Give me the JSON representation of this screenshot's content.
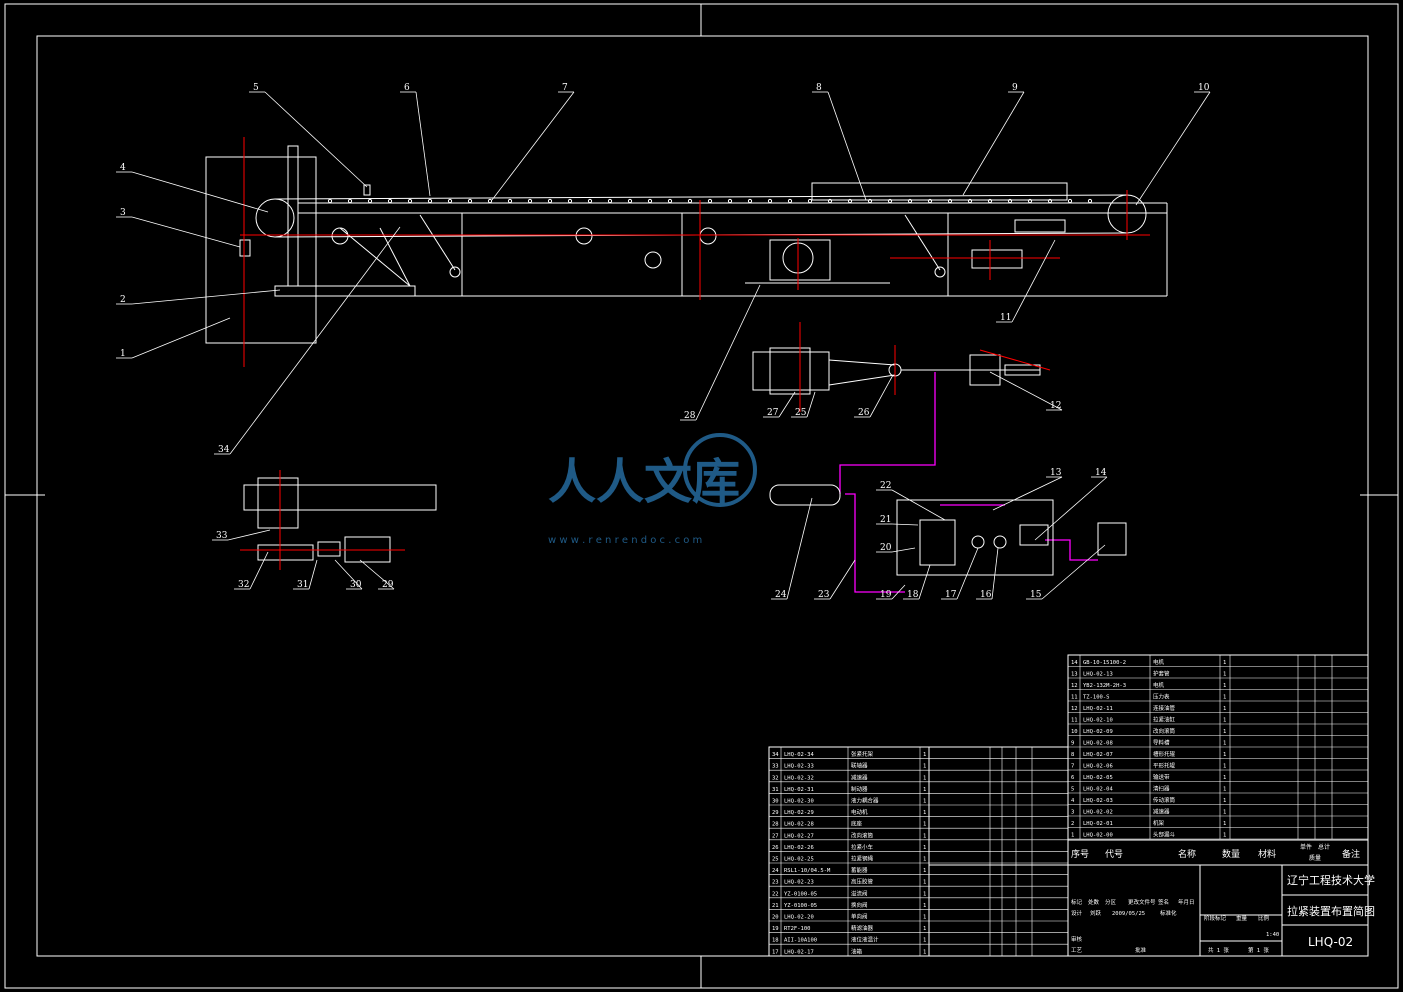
{
  "drawing": {
    "school": "辽宁工程技术大学",
    "title": "拉紧装置布置简图",
    "code": "LHQ-02",
    "scale": "1:40"
  },
  "watermark": {
    "text": "人人文库",
    "url": "w w w . r e n r e n d o c . c o m"
  },
  "callouts": [
    "1",
    "2",
    "3",
    "4",
    "5",
    "6",
    "7",
    "8",
    "9",
    "10",
    "11",
    "12",
    "13",
    "14",
    "15",
    "16",
    "17",
    "18",
    "19",
    "20",
    "21",
    "22",
    "23",
    "24",
    "25",
    "26",
    "27",
    "28",
    "29",
    "30",
    "31",
    "32",
    "33",
    "34"
  ],
  "bom_header": {
    "no": "序号",
    "code": "代号",
    "name": "名称",
    "qty": "数量",
    "material": "材料",
    "unit": "单件",
    "total": "总计",
    "weight": "质量",
    "remark": "备注"
  },
  "bom_right": [
    {
      "no": "14",
      "code": "GB-10-15100-2",
      "name": "电机"
    },
    {
      "no": "13",
      "code": "LHQ-02-13",
      "name": "护套管"
    },
    {
      "no": "12",
      "code": "YB2-132M-2H-3",
      "name": "电机"
    },
    {
      "no": "11",
      "code": "TZ-100-S",
      "name": "压力表"
    },
    {
      "no": "12",
      "code": "LHQ-02-11",
      "name": "连接油管"
    },
    {
      "no": "11",
      "code": "LHQ-02-10",
      "name": "拉紧油缸"
    },
    {
      "no": "10",
      "code": "LHQ-02-09",
      "name": "改向滚筒"
    },
    {
      "no": "9",
      "code": "LHQ-02-08",
      "name": "导料槽"
    },
    {
      "no": "8",
      "code": "LHQ-02-07",
      "name": "槽形托辊"
    },
    {
      "no": "7",
      "code": "LHQ-02-06",
      "name": "平形托辊"
    },
    {
      "no": "6",
      "code": "LHQ-02-05",
      "name": "输送带"
    },
    {
      "no": "5",
      "code": "LHQ-02-04",
      "name": "清扫器"
    },
    {
      "no": "4",
      "code": "LHQ-02-03",
      "name": "传动滚筒"
    },
    {
      "no": "3",
      "code": "LHQ-02-02",
      "name": "减速器"
    },
    {
      "no": "2",
      "code": "LHQ-02-01",
      "name": "机架"
    },
    {
      "no": "1",
      "code": "LHQ-02-00",
      "name": "头部漏斗"
    }
  ],
  "bom_left": [
    {
      "no": "34",
      "code": "LHQ-02-34",
      "name": "张紧托架"
    },
    {
      "no": "33",
      "code": "LHQ-02-33",
      "name": "联轴器"
    },
    {
      "no": "32",
      "code": "LHQ-02-32",
      "name": "减速器"
    },
    {
      "no": "31",
      "code": "LHQ-02-31",
      "name": "制动器"
    },
    {
      "no": "30",
      "code": "LHQ-02-30",
      "name": "液力耦合器"
    },
    {
      "no": "29",
      "code": "LHQ-02-29",
      "name": "电动机"
    },
    {
      "no": "28",
      "code": "LHQ-02-28",
      "name": "底座"
    },
    {
      "no": "27",
      "code": "LHQ-02-27",
      "name": "改向滚筒"
    },
    {
      "no": "26",
      "code": "LHQ-02-26",
      "name": "拉紧小车"
    },
    {
      "no": "25",
      "code": "LHQ-02-25",
      "name": "拉紧钢绳"
    },
    {
      "no": "24",
      "code": "RSL1-10/04.5-M",
      "name": "蓄能器"
    },
    {
      "no": "23",
      "code": "LHQ-02-23",
      "name": "高压胶管"
    },
    {
      "no": "22",
      "code": "YZ-0100-05",
      "name": "溢流阀"
    },
    {
      "no": "21",
      "code": "YZ-0100-05",
      "name": "换向阀"
    },
    {
      "no": "20",
      "code": "LHQ-02-20",
      "name": "单向阀"
    },
    {
      "no": "19",
      "code": "RT2F-100",
      "name": "精滤油器"
    },
    {
      "no": "18",
      "code": "AII-10A100",
      "name": "液位液温计"
    },
    {
      "no": "17",
      "code": "LHQ-02-17",
      "name": "油箱"
    }
  ],
  "signoff": {
    "mark": "标记",
    "count": "处数",
    "zone": "分区",
    "docno": "更改文件号",
    "sign": "签名",
    "date": "年月日",
    "design": "设计",
    "designer": "刘跃",
    "design_date": "2009/05/25",
    "standard": "标准化",
    "check": "审核",
    "process": "工艺",
    "approve": "批准",
    "stage": "阶段标记",
    "weight": "重量",
    "scale_lbl": "比例",
    "sheets": "共 1 张",
    "sheet": "第 1 张"
  },
  "colors": {
    "line": "#ffffff",
    "axis": "#ff0000",
    "hydraulic": "#ff00ff",
    "watermark": "#1f5a86"
  }
}
